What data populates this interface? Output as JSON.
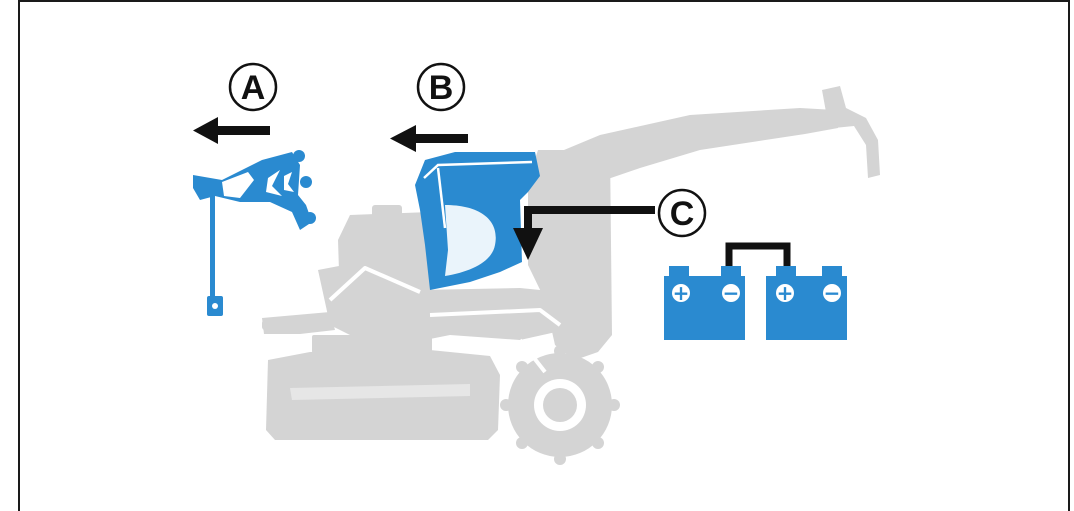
{
  "callouts": {
    "a": {
      "letter": "A"
    },
    "b": {
      "letter": "B"
    },
    "c": {
      "letter": "C"
    }
  },
  "battery_terminals": {
    "plus": "+",
    "minus": "−"
  },
  "colors": {
    "highlight_blue": "#2a8ad0",
    "machine_gray": "#d4d4d4",
    "arrow_black": "#111111",
    "frame": "#1a1a1a"
  }
}
